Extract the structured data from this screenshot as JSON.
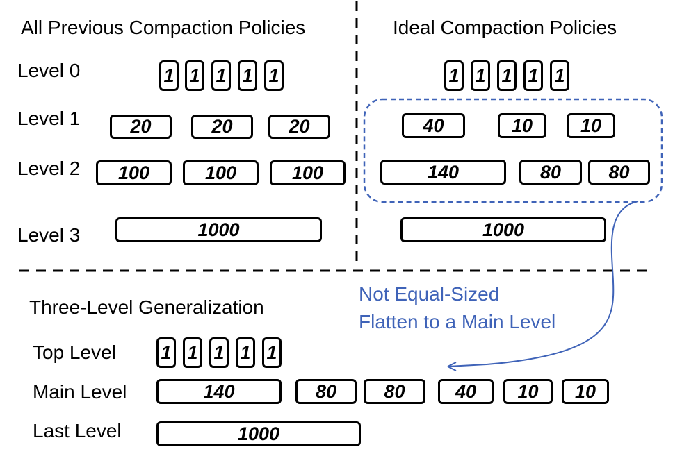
{
  "titles": {
    "left": "All Previous Compaction Policies",
    "right": "Ideal Compaction Policies",
    "bottom": "Three-Level Generalization"
  },
  "levels": {
    "l0": "Level 0",
    "l1": "Level 1",
    "l2": "Level 2",
    "l3": "Level 3",
    "top": "Top Level",
    "main": "Main Level",
    "last": "Last Level"
  },
  "note": {
    "line1": "Not Equal-Sized",
    "line2": "Flatten to a Main Level"
  },
  "left": {
    "l0": [
      "1",
      "1",
      "1",
      "1",
      "1"
    ],
    "l1": [
      "20",
      "20",
      "20"
    ],
    "l2": [
      "100",
      "100",
      "100"
    ],
    "l3": [
      "1000"
    ]
  },
  "right": {
    "l0": [
      "1",
      "1",
      "1",
      "1",
      "1"
    ],
    "l1": [
      "40",
      "10",
      "10"
    ],
    "l2": [
      "140",
      "80",
      "80"
    ],
    "l3": [
      "1000"
    ]
  },
  "bottom": {
    "top": [
      "1",
      "1",
      "1",
      "1",
      "1"
    ],
    "main": [
      "140",
      "80",
      "80",
      "40",
      "10",
      "10"
    ],
    "last": [
      "1000"
    ]
  },
  "colors": {
    "note": "#3f63b8",
    "dashed_group": "#3f63b8",
    "divider": "#000000"
  }
}
